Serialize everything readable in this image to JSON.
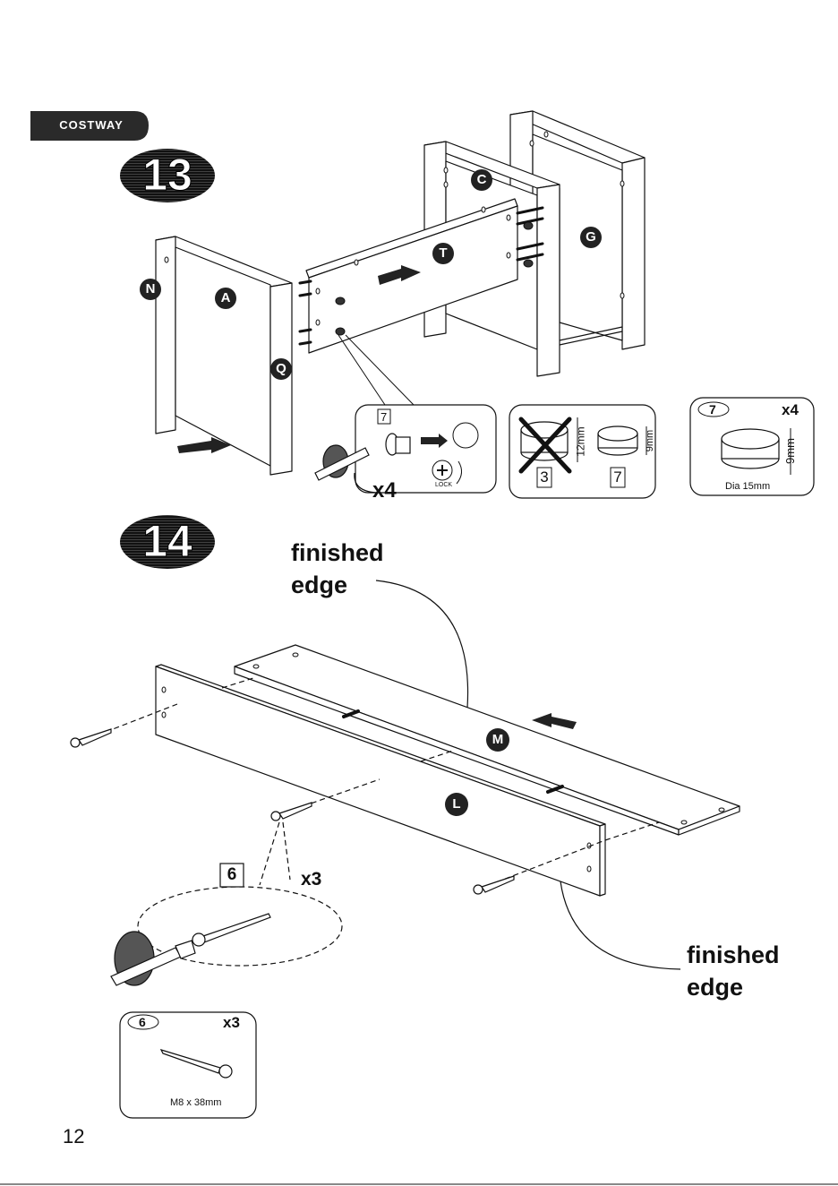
{
  "brand": "COSTWAY",
  "step13": {
    "number": "13",
    "parts": {
      "N": "N",
      "A": "A",
      "Q": "Q",
      "C": "C",
      "T": "T",
      "G": "G"
    },
    "callout_part": "7",
    "callout_qty": "x4",
    "lock_label": "LOCK",
    "compare": {
      "wrong_size": "12mm",
      "wrong_part": "3",
      "right_size": "9mm",
      "right_part": "7"
    },
    "part_box": {
      "id": "7",
      "qty": "x4",
      "height": "9mm",
      "diameter": "Dia 15mm"
    }
  },
  "step14": {
    "number": "14",
    "finished_edge_top": [
      "finished",
      "edge"
    ],
    "finished_edge_bottom": [
      "finished",
      "edge"
    ],
    "parts": {
      "M": "M",
      "L": "L"
    },
    "callout_part": "6",
    "callout_qty": "x3",
    "part_box": {
      "id": "6",
      "qty": "x3",
      "size": "M8 x 38mm"
    }
  },
  "page_number": "12",
  "colors": {
    "brand_bg": "#2a2a2a",
    "ink": "#111111",
    "badge": "#1a1a1a"
  }
}
